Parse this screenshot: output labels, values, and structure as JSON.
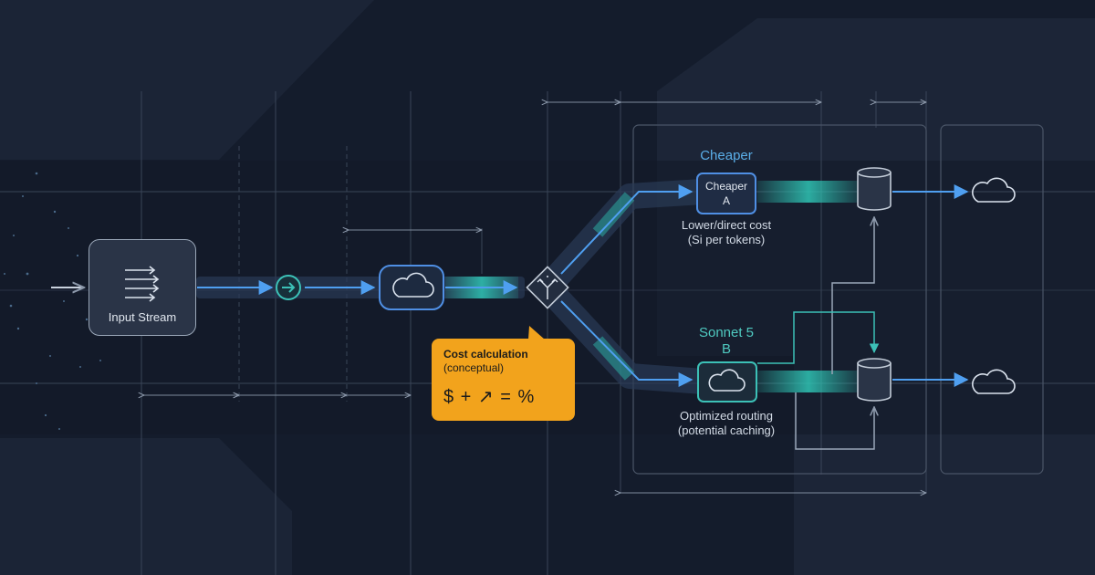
{
  "nodes": {
    "input": {
      "label": "Input Stream"
    },
    "route_a": {
      "heading": "Cheaper",
      "line1": "Cheaper",
      "line2": "A",
      "desc1": "Lower/direct cost",
      "desc2": "(Si per tokens)"
    },
    "route_b": {
      "heading": "Sonnet 5",
      "heading2": "B",
      "desc1": "Optimized routing",
      "desc2": "(potential caching)"
    }
  },
  "callout": {
    "title": "Cost calculation",
    "subtitle": "(conceptual)",
    "formula": "$ + ↗ = %"
  },
  "icons": [
    "arrows-right-icon",
    "arrow-circle-icon",
    "cloud-icon",
    "router-diamond-icon",
    "database-icon"
  ],
  "colors": {
    "background": "#141c2c",
    "flow_blue": "#3b8de8",
    "flow_teal": "#2fc5b5",
    "callout": "#f2a31c",
    "grid": "#3a4558"
  }
}
